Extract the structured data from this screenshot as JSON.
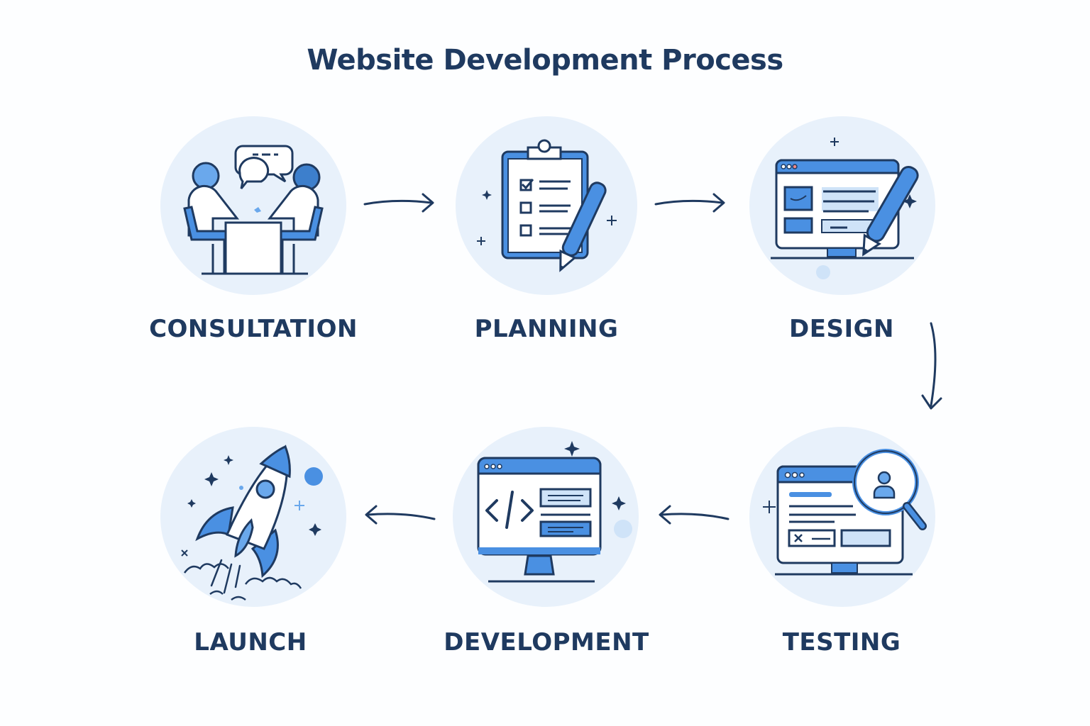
{
  "title": "Website Development Process",
  "colors": {
    "primary_dark": "#1f3a60",
    "accent_blue": "#4a90e2",
    "light_blue": "#cfe3f8",
    "circle_bg": "#e8f1fb",
    "background": "#fdfeff"
  },
  "steps": [
    {
      "order": 1,
      "label": "CONSULTATION",
      "icon": "people-meeting-icon"
    },
    {
      "order": 2,
      "label": "PLANNING",
      "icon": "clipboard-checklist-icon"
    },
    {
      "order": 3,
      "label": "DESIGN",
      "icon": "browser-pen-icon"
    },
    {
      "order": 4,
      "label": "TESTING",
      "icon": "browser-magnifier-icon"
    },
    {
      "order": 5,
      "label": "DEVELOPMENT",
      "icon": "monitor-code-icon"
    },
    {
      "order": 6,
      "label": "LAUNCH",
      "icon": "rocket-icon"
    }
  ],
  "flow": [
    {
      "from": "CONSULTATION",
      "to": "PLANNING",
      "direction": "right"
    },
    {
      "from": "PLANNING",
      "to": "DESIGN",
      "direction": "right"
    },
    {
      "from": "DESIGN",
      "to": "TESTING",
      "direction": "down"
    },
    {
      "from": "TESTING",
      "to": "DEVELOPMENT",
      "direction": "left"
    },
    {
      "from": "DEVELOPMENT",
      "to": "LAUNCH",
      "direction": "left"
    }
  ]
}
